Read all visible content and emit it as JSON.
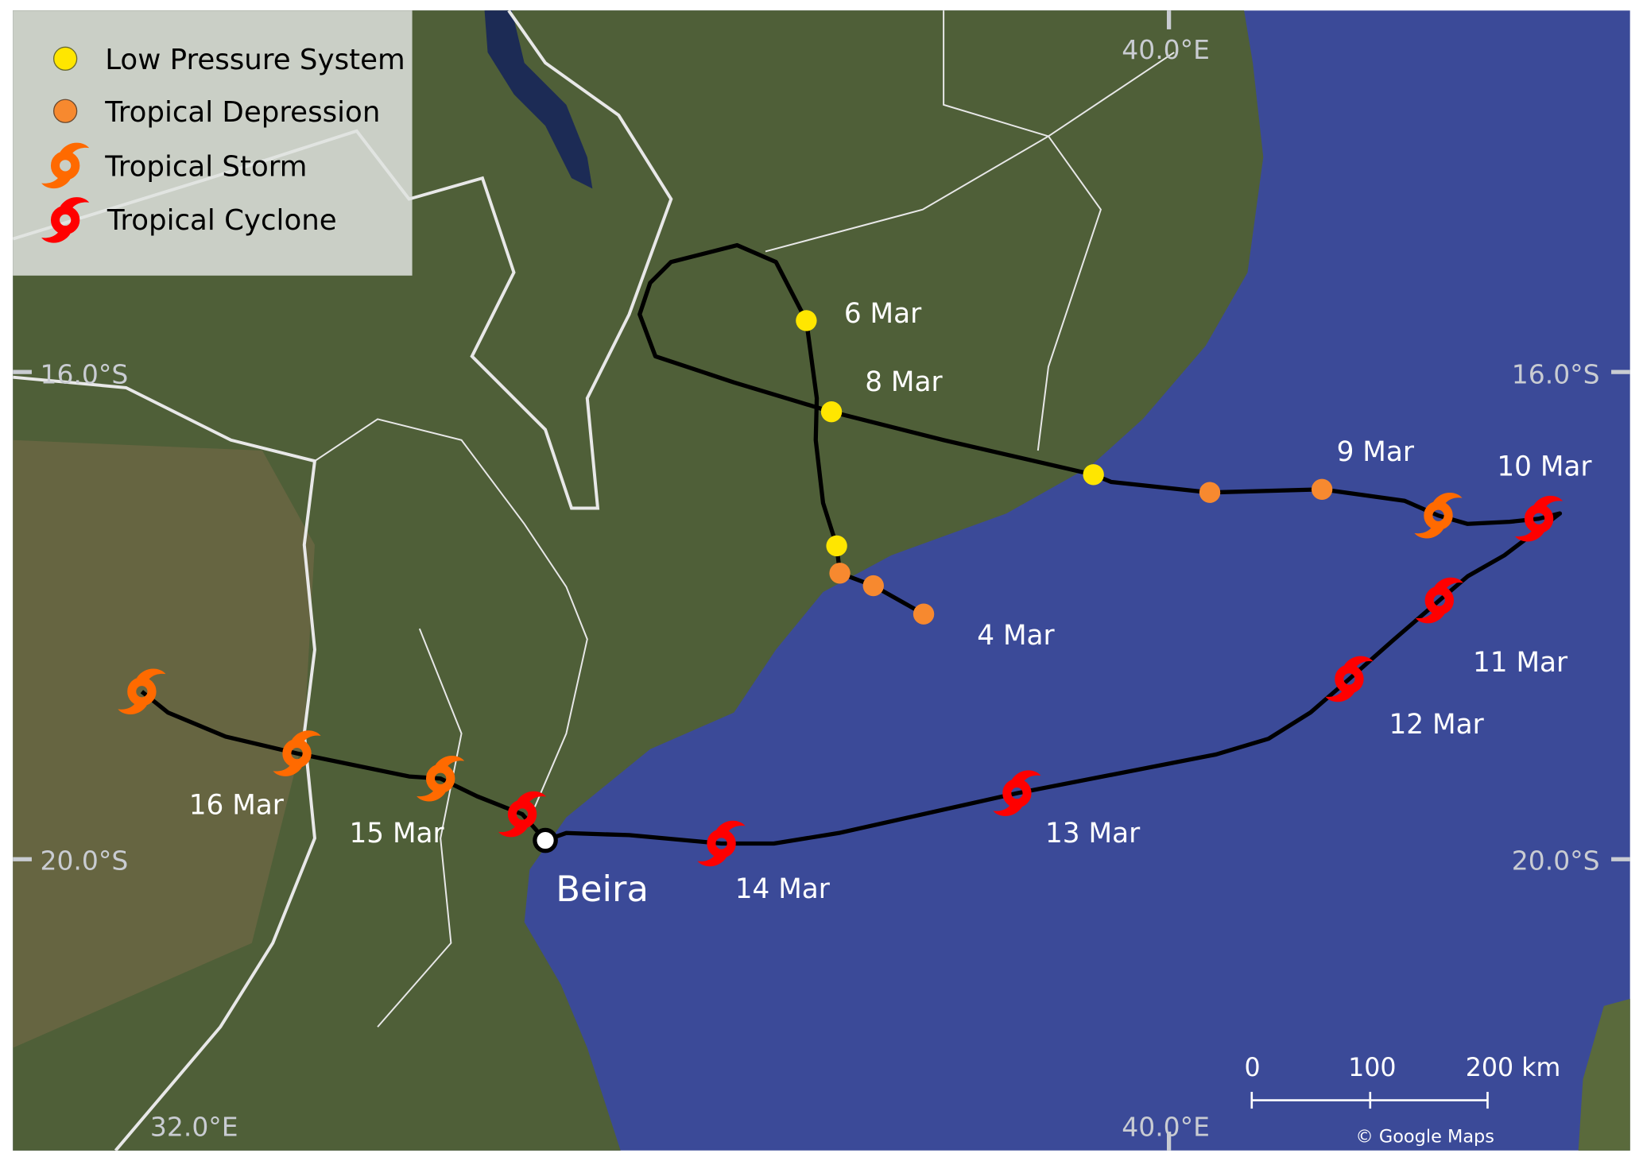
{
  "legend": {
    "items": [
      {
        "label": "Low Pressure System",
        "icon": "yellow-dot-icon",
        "color": "#ffe600"
      },
      {
        "label": "Tropical Depression",
        "icon": "orange-dot-icon",
        "color": "#f7892f"
      },
      {
        "label": "Tropical Storm",
        "icon": "orange-cyclone-icon",
        "color": "#ff6a00"
      },
      {
        "label": "Tropical Cyclone",
        "icon": "red-cyclone-icon",
        "color": "#ff0000"
      }
    ]
  },
  "grid_labels": {
    "lon_32": "32.0°E",
    "lon_40": "40.0°E",
    "lat_16": "16.0°S",
    "lat_20": "20.0°S"
  },
  "dates": {
    "mar4": "4 Mar",
    "mar6": "6 Mar",
    "mar8": "8 Mar",
    "mar9": "9 Mar",
    "mar10": "10 Mar",
    "mar11": "11 Mar",
    "mar12": "12 Mar",
    "mar13": "13 Mar",
    "mar14": "14 Mar",
    "mar15": "15 Mar",
    "mar16": "16 Mar"
  },
  "city": "Beira",
  "scale": {
    "t0": "0",
    "t100": "100",
    "t200": "200 km"
  },
  "attribution": "© Google Maps",
  "colors": {
    "land": "#4f5f38",
    "ocean": "#3b4a98",
    "track": "#000000"
  }
}
